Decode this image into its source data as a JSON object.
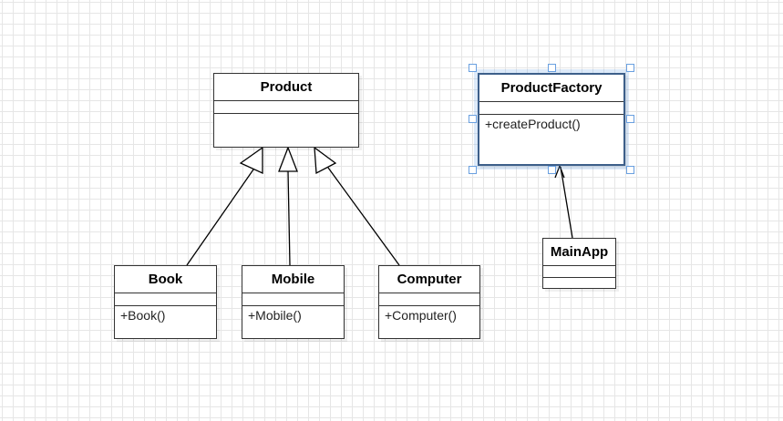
{
  "diagram": {
    "classes": {
      "product": {
        "name": "Product",
        "methods": []
      },
      "product_factory": {
        "name": "ProductFactory",
        "methods": [
          "+createProduct()"
        ]
      },
      "book": {
        "name": "Book",
        "methods": [
          "+Book()"
        ]
      },
      "mobile": {
        "name": "Mobile",
        "methods": [
          "+Mobile()"
        ]
      },
      "computer": {
        "name": "Computer",
        "methods": [
          "+Computer()"
        ]
      },
      "main_app": {
        "name": "MainApp",
        "methods": []
      }
    },
    "relations": [
      {
        "from": "Book",
        "to": "Product",
        "kind": "inheritance"
      },
      {
        "from": "Mobile",
        "to": "Product",
        "kind": "inheritance"
      },
      {
        "from": "Computer",
        "to": "Product",
        "kind": "inheritance"
      },
      {
        "from": "MainApp",
        "to": "ProductFactory",
        "kind": "dependency"
      }
    ],
    "selected": "ProductFactory",
    "colors": {
      "line": "#000000",
      "border": "#333333",
      "selection": "#6aa0e0"
    }
  }
}
